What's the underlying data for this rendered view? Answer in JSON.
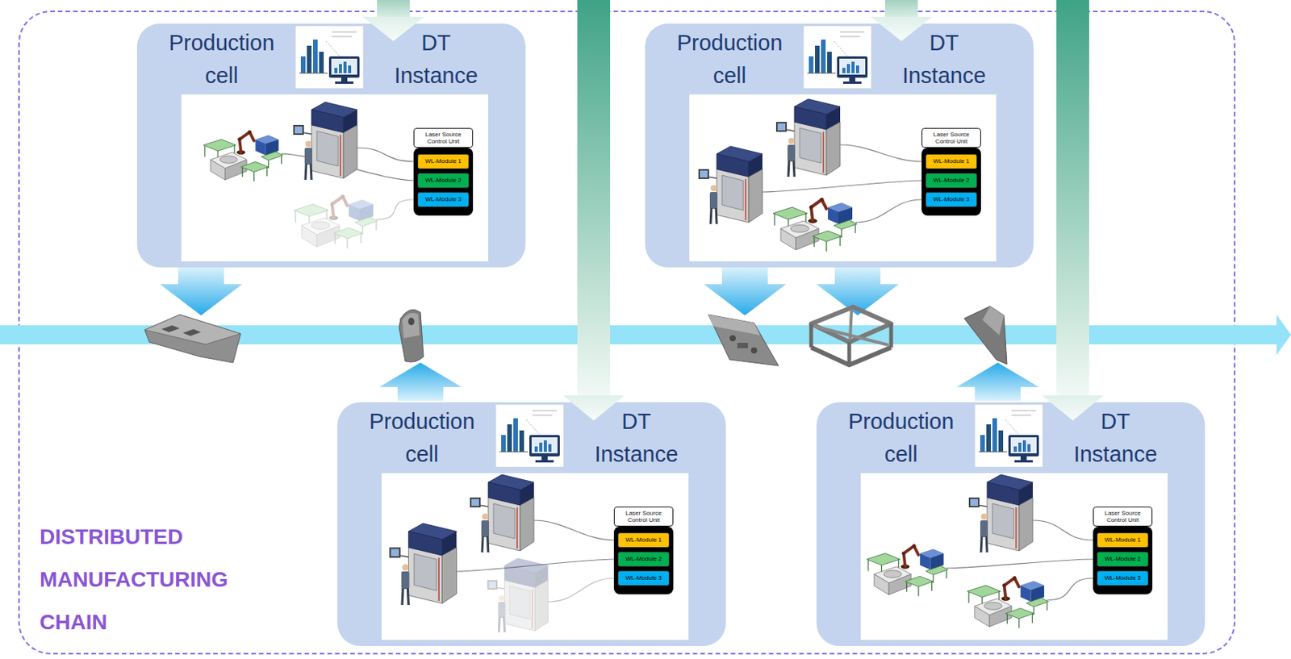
{
  "diagram": {
    "nodes": [
      {
        "text": [
          "DISTRIBUTED MANUFACTURING CHAIN"
        ]
      },
      {
        "text": [
          "Production cell",
          "DT Instance"
        ],
        "in": 0
      },
      {
        "text": [
          "Laser Source Control Unit"
        ],
        "in": 1
      },
      {
        "text": [
          "WL-Module 1"
        ],
        "in": 2
      },
      {
        "text": [
          "WL-Module 2"
        ],
        "in": 2
      },
      {
        "text": [
          "WL-Module 3"
        ],
        "in": 2
      },
      {
        "text": [
          "Production cell",
          "DT Instance"
        ],
        "in": 0
      },
      {
        "text": [
          "Laser Source Control Unit"
        ],
        "in": 6
      },
      {
        "text": [
          "WL-Module 1"
        ],
        "in": 7
      },
      {
        "text": [
          "WL-Module 2"
        ],
        "in": 7
      },
      {
        "text": [
          "WL-Module 3"
        ],
        "in": 7
      },
      {
        "text": [
          "Production cell",
          "DT Instance"
        ],
        "in": 0
      },
      {
        "text": [
          "Laser Source Control Unit"
        ],
        "in": 11
      },
      {
        "text": [
          "WL-Module 1"
        ],
        "in": 12
      },
      {
        "text": [
          "WL-Module 2"
        ],
        "in": 12
      },
      {
        "text": [
          "WL-Module 3"
        ],
        "in": 12
      },
      {
        "text": [
          "Production cell",
          "DT Instance"
        ],
        "in": 0
      },
      {
        "text": [
          "Laser Source Control Unit"
        ],
        "in": 16
      },
      {
        "text": [
          "WL-Module 1"
        ],
        "in": 17
      },
      {
        "text": [
          "WL-Module 2"
        ],
        "in": 17
      },
      {
        "text": [
          "WL-Module 3"
        ],
        "in": 17
      }
    ]
  }
}
